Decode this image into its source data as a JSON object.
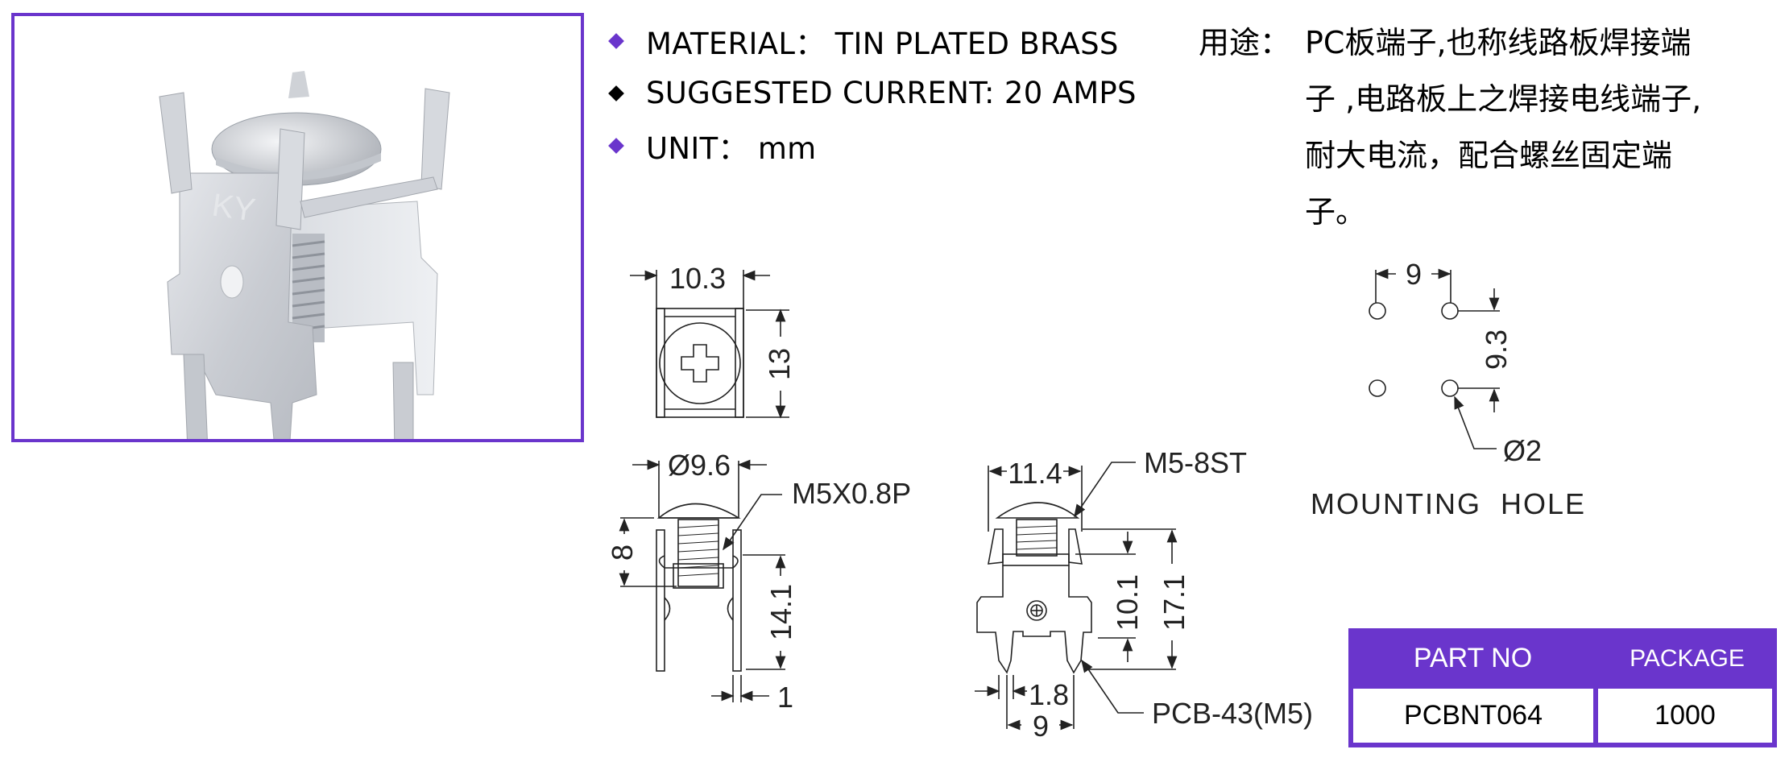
{
  "product_photo": {
    "alt": "Screw-type PCB terminal photo",
    "frame_color": "#6a35cc",
    "stamp_text": "KY"
  },
  "specs": [
    {
      "label": "MATERIAL： TIN PLATED BRASS",
      "bullet_color": "#6a35cc"
    },
    {
      "label": "SUGGESTED CURRENT: 20 AMPS",
      "bullet_color": "#000000"
    },
    {
      "label": "UNIT： mm",
      "bullet_color": "#6a35cc"
    }
  ],
  "usage": {
    "label": "用途：",
    "lines": [
      "PC板端子,也称线路板焊接端",
      "子 ,电路板上之焊接电线端子,",
      "耐大电流，配合螺丝固定端",
      "子。"
    ]
  },
  "drawings": {
    "top_view": {
      "width": "10.3",
      "height": "13"
    },
    "side_view": {
      "head_dia": "Ø9.6",
      "screw": "M5X0.8P",
      "screw_len": "8",
      "height": "14.1",
      "thickness": "1"
    },
    "front_view": {
      "width": "11.4",
      "screw": "M5-8ST",
      "inner_height": "10.1",
      "total_height": "17.1",
      "pin_width": "1.8",
      "pin_pitch": "9",
      "model": "PCB-43(M5)"
    },
    "mounting_hole": {
      "pitch_x": "9",
      "pitch_y": "9.3",
      "hole_dia": "Ø2",
      "title": "MOUNTING  HOLE"
    }
  },
  "table": {
    "header_color": "#6a35cc",
    "columns": [
      "PART NO",
      "PACKAGE"
    ],
    "rows": [
      [
        "PCBNT064",
        "1000"
      ]
    ]
  }
}
